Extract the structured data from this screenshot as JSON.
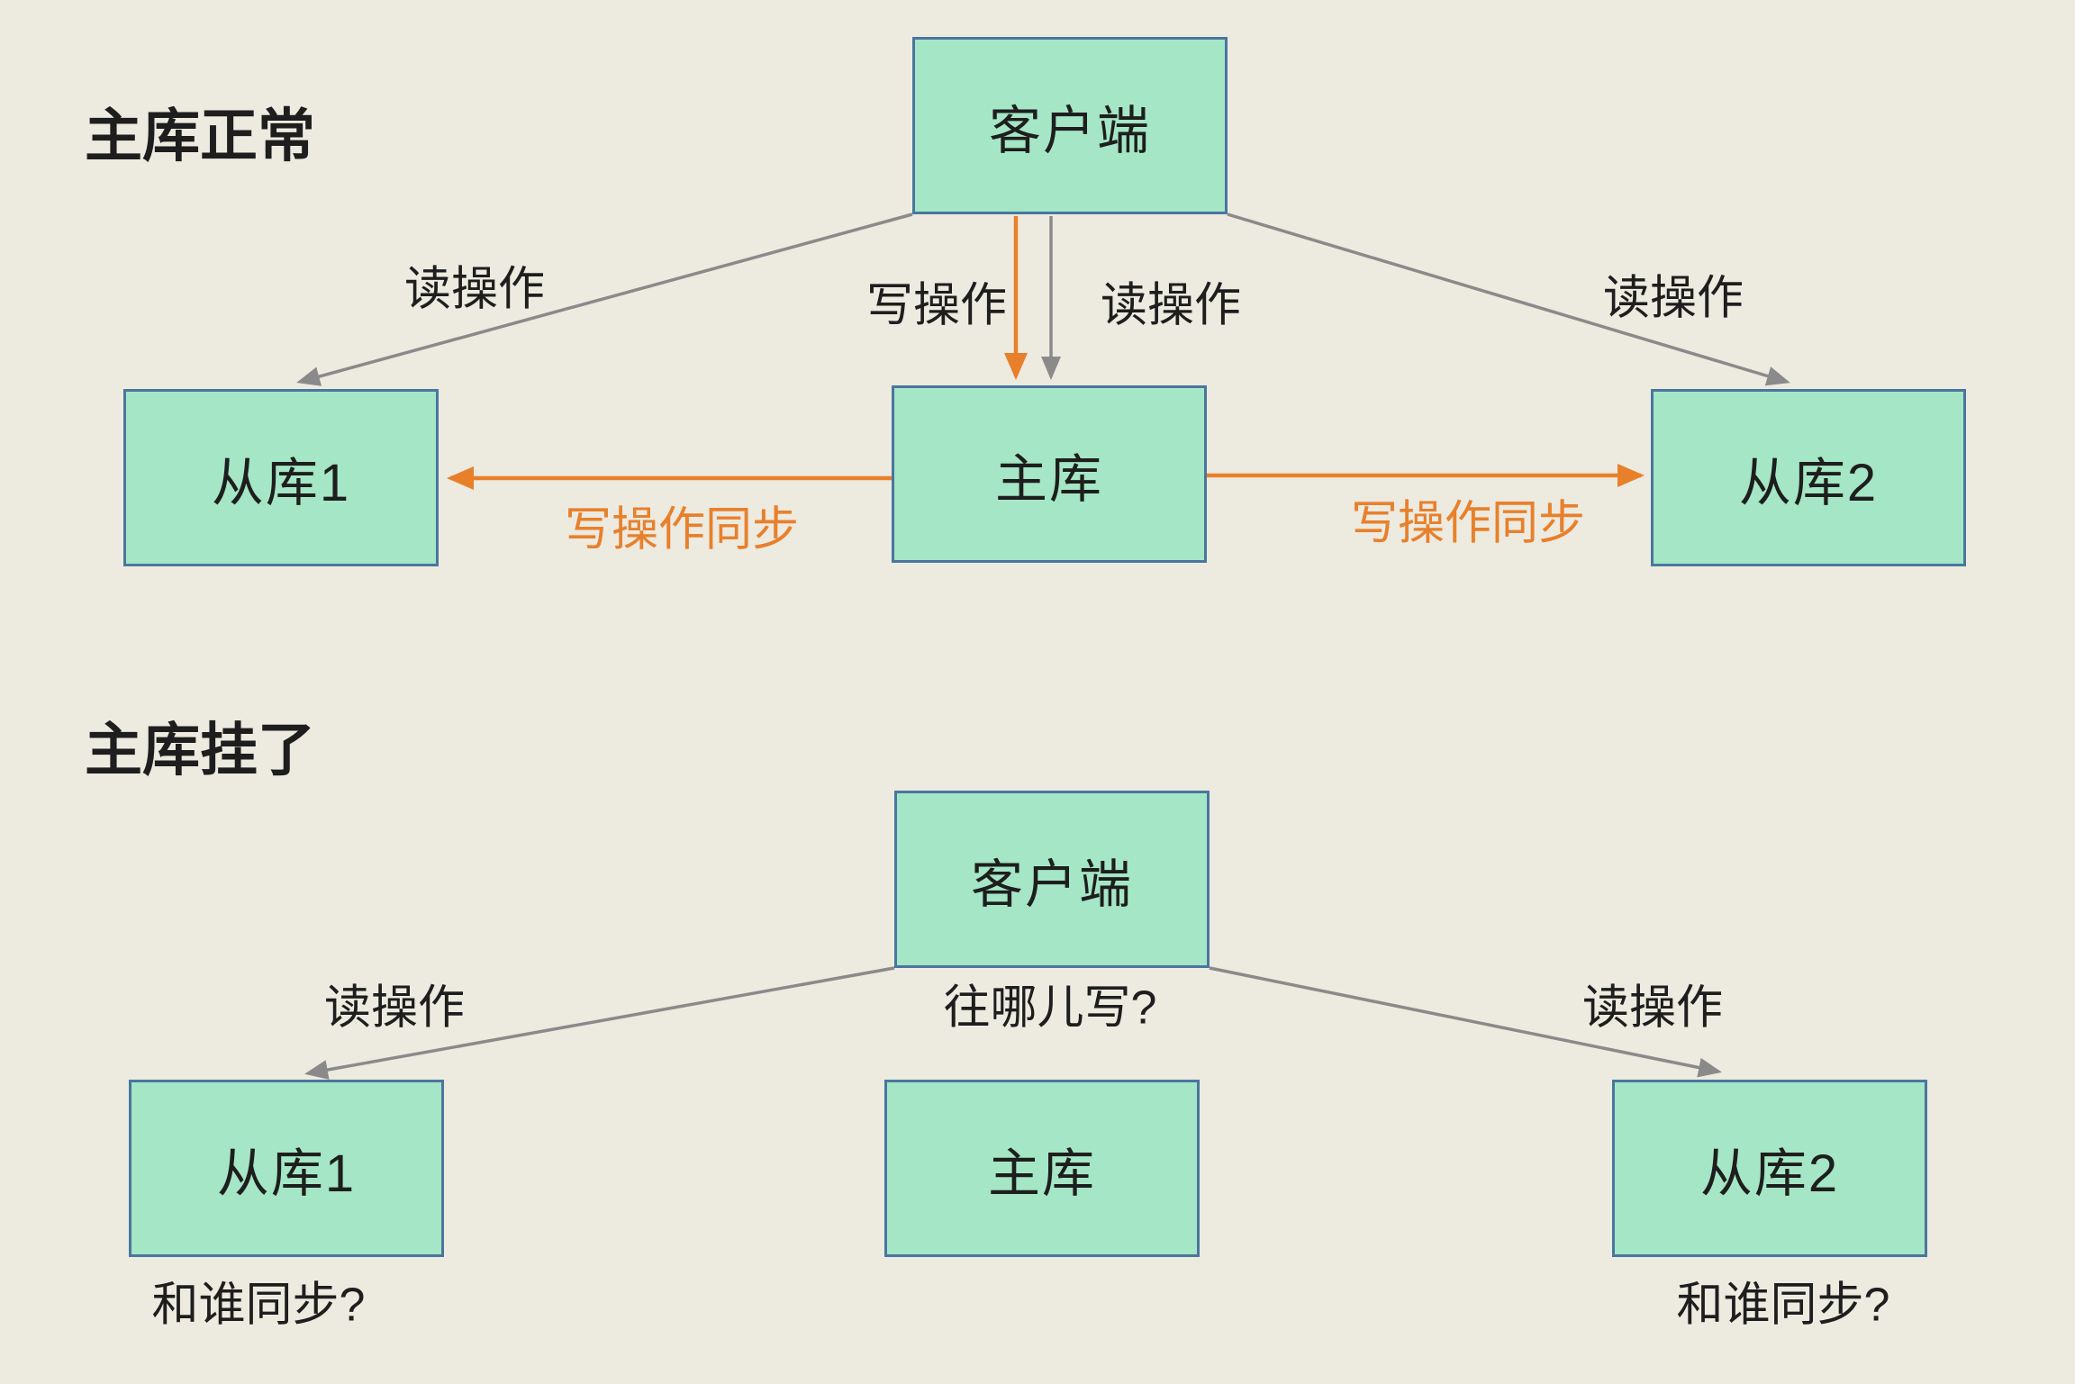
{
  "colors": {
    "background": "#EDEAE0",
    "node_fill": "#A4E6C5",
    "node_border": "#4A769E",
    "gray_line": "#8A8A8A",
    "orange": "#E8802B",
    "text": "#1E1E1E"
  },
  "normal": {
    "title": "主库正常",
    "client": "客户端",
    "slave1": "从库1",
    "master": "主库",
    "slave2": "从库2",
    "read_left": "读操作",
    "write": "写操作",
    "read_mid": "读操作",
    "read_right": "读操作",
    "sync_left": "写操作同步",
    "sync_right": "写操作同步"
  },
  "down": {
    "title": "主库挂了",
    "client": "客户端",
    "slave1": "从库1",
    "master": "主库",
    "slave2": "从库2",
    "read_left": "读操作",
    "write_question": "往哪儿写?",
    "read_right": "读操作",
    "sync_question_left": "和谁同步?",
    "sync_question_right": "和谁同步?"
  }
}
